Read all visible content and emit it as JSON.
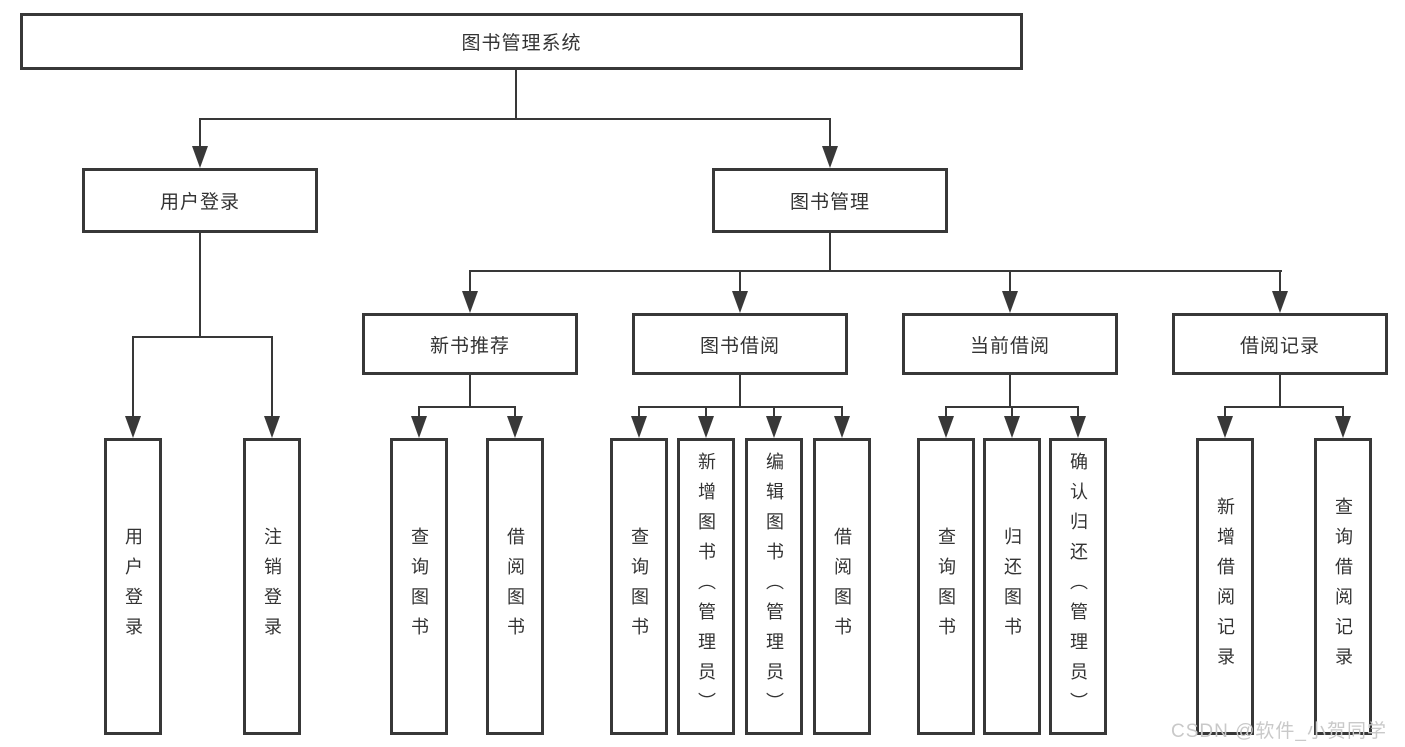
{
  "diagram": {
    "title": "图书管理系统",
    "level2": [
      {
        "label": "用户登录",
        "children": [
          {
            "label": "用户登录"
          },
          {
            "label": "注销登录"
          }
        ]
      },
      {
        "label": "图书管理",
        "children": [
          {
            "label": "新书推荐",
            "children": [
              {
                "label": "查询图书"
              },
              {
                "label": "借阅图书"
              }
            ]
          },
          {
            "label": "图书借阅",
            "children": [
              {
                "label": "查询图书"
              },
              {
                "label": "新增图书（管理员）"
              },
              {
                "label": "编辑图书（管理员）"
              },
              {
                "label": "借阅图书"
              }
            ]
          },
          {
            "label": "当前借阅",
            "children": [
              {
                "label": "查询图书"
              },
              {
                "label": "归还图书"
              },
              {
                "label": "确认归还（管理员）"
              }
            ]
          },
          {
            "label": "借阅记录",
            "children": [
              {
                "label": "新增借阅记录"
              },
              {
                "label": "查询借阅记录"
              }
            ]
          }
        ]
      }
    ]
  },
  "watermark": {
    "text": "CSDN @软件_小贺同学"
  },
  "colors": {
    "line": "#383838",
    "text": "#333333",
    "background": "#ffffff",
    "watermark": "#c9c9c9"
  }
}
